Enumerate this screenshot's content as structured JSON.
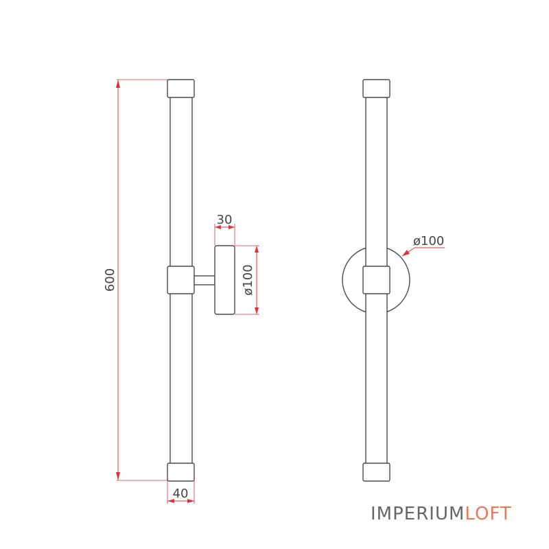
{
  "drawing": {
    "side_view": {
      "height_label": "600",
      "width_label": "40",
      "depth_label": "30",
      "diameter_label": "ø100"
    },
    "front_view": {
      "diameter_label": "ø100"
    }
  },
  "brand": {
    "part1": "IMPERIUM",
    "part2": "LOFT",
    "color1": "#666666",
    "color2": "#e87a5a"
  },
  "colors": {
    "outline": "#4a4a4a",
    "dimension": "#e0303a"
  }
}
